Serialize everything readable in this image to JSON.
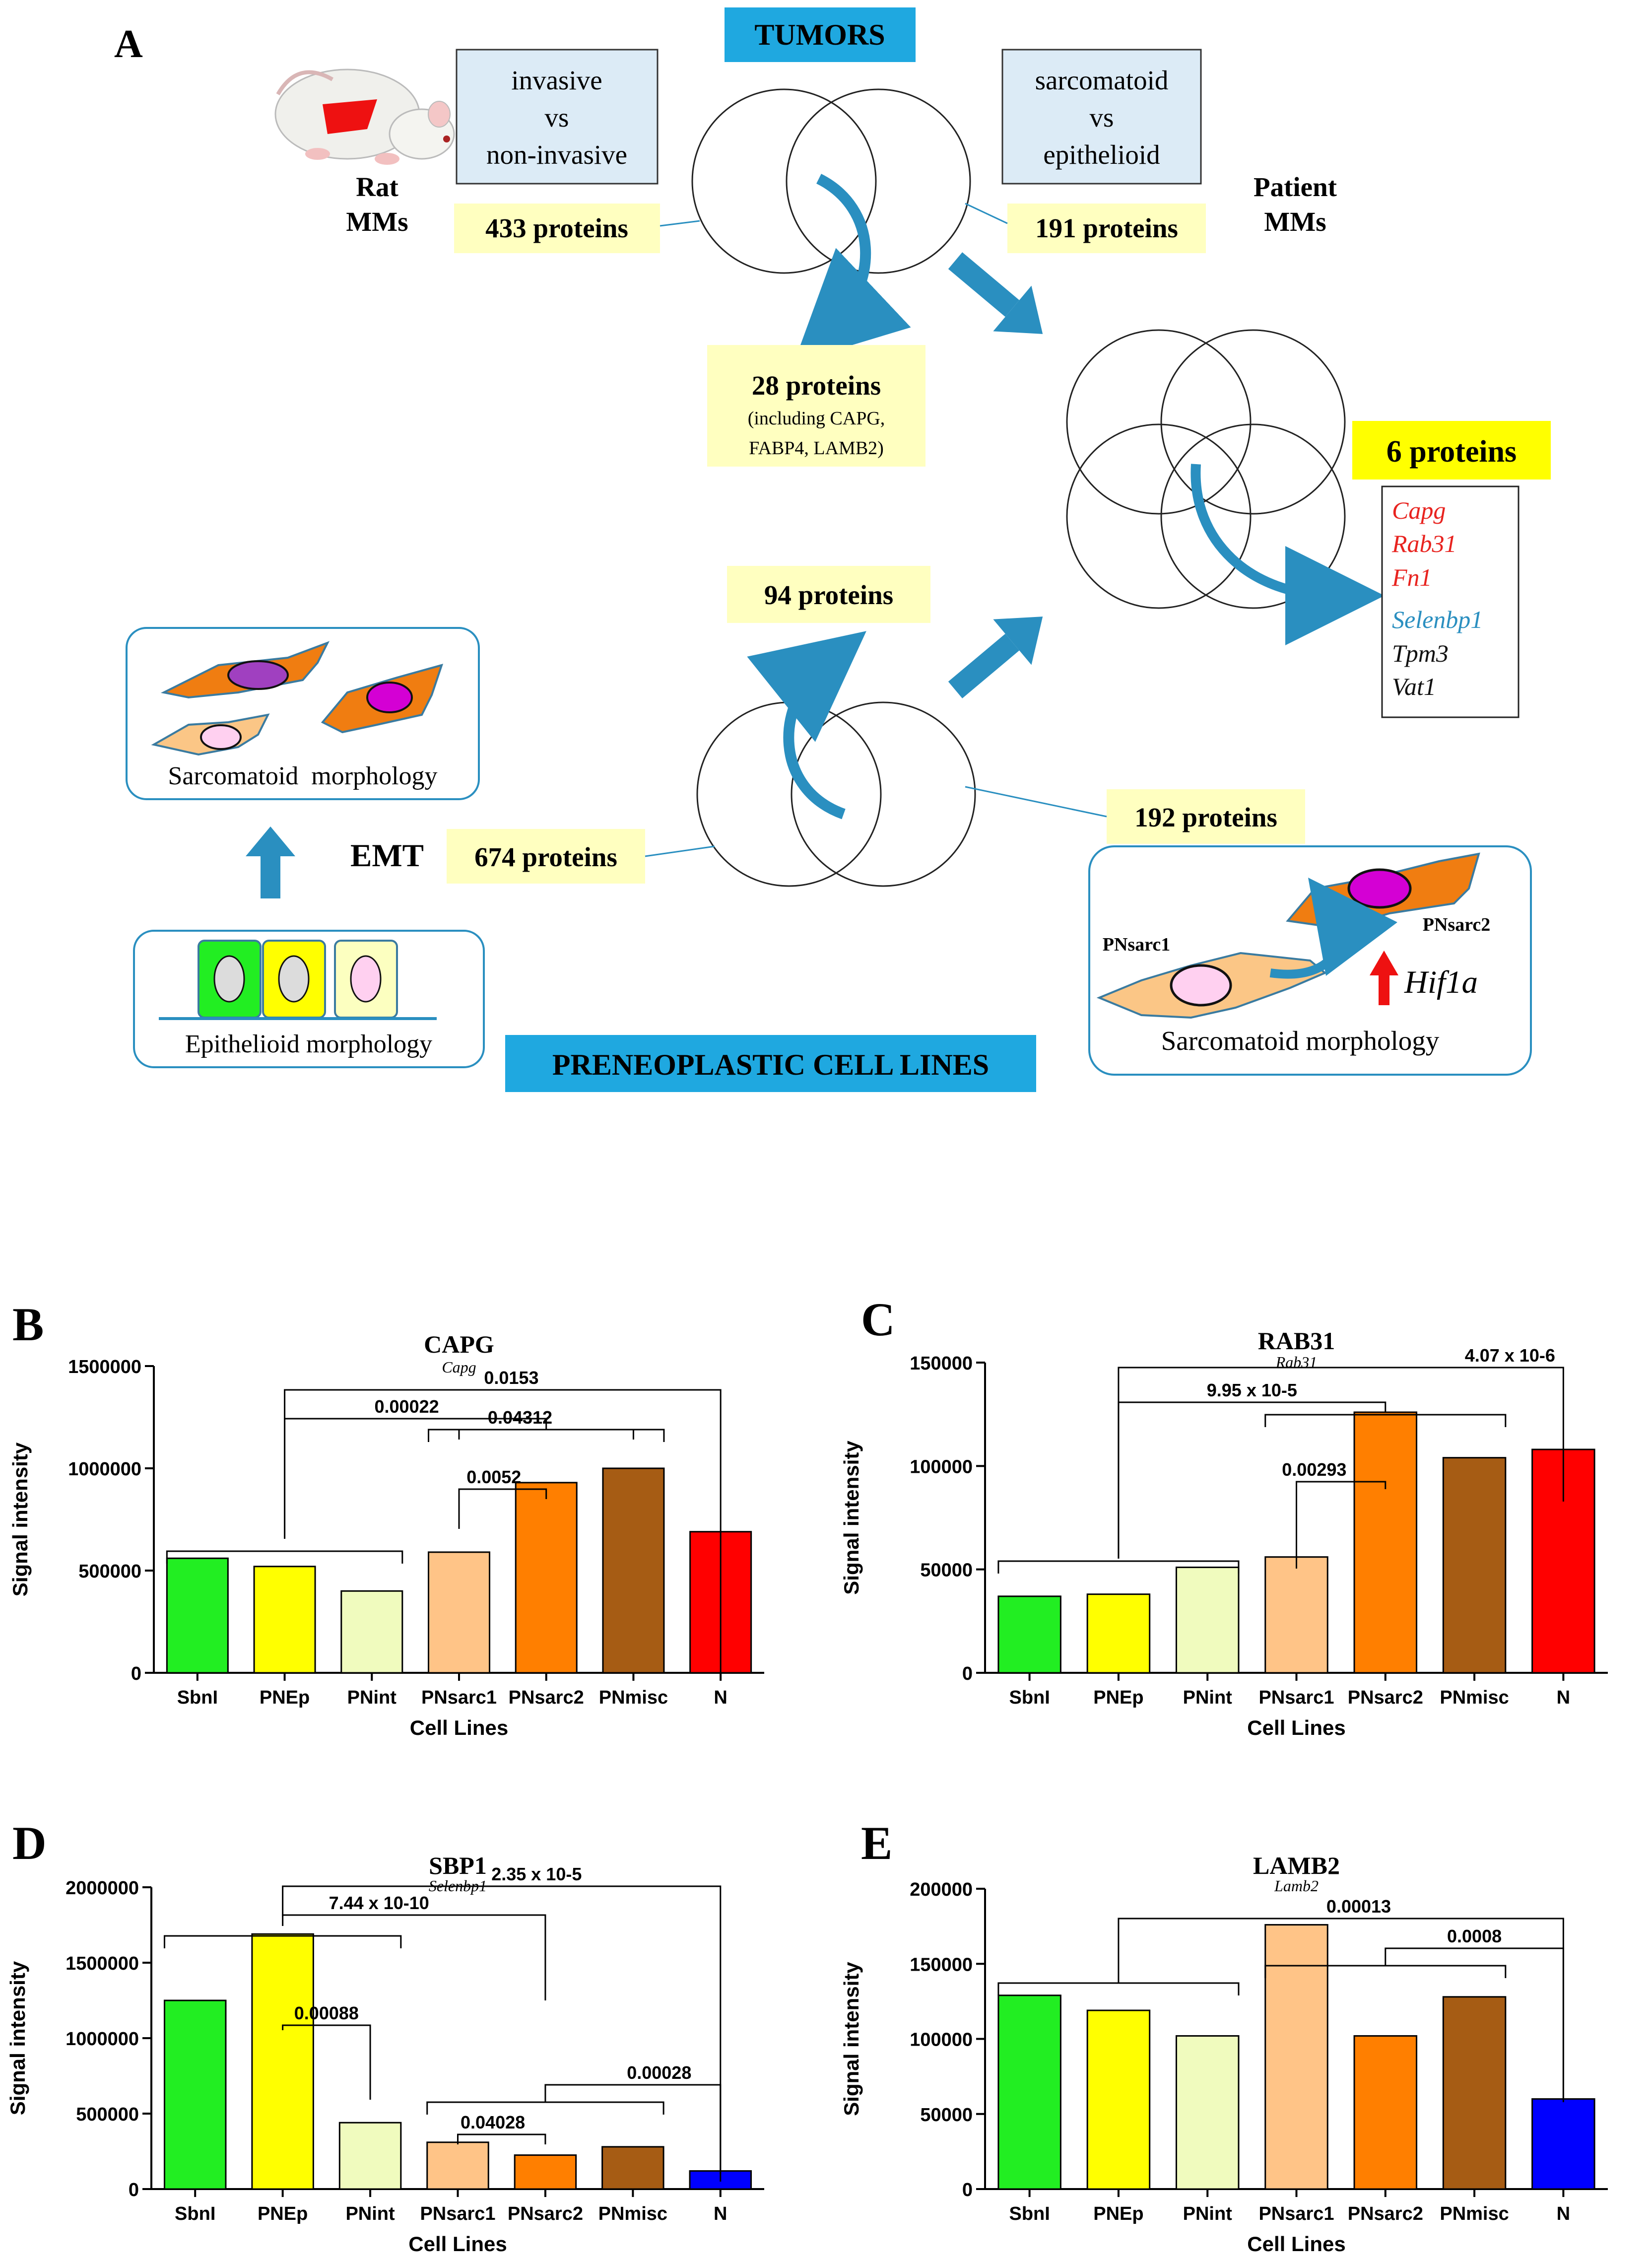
{
  "panel_labels": {
    "a": "A",
    "b": "B",
    "c": "C",
    "d": "D",
    "e": "E"
  },
  "diagram": {
    "tumors_label": "TUMORS",
    "preneoplastic_label": "PRENEOPLASTIC CELL LINES",
    "rat_label": [
      "Rat",
      "MMs"
    ],
    "patient_label": [
      "Patient",
      "MMs"
    ],
    "invasive_box": [
      "invasive",
      "vs",
      "non-invasive"
    ],
    "sarcomatoid_box": [
      "sarcomatoid",
      "vs",
      "epithelioid"
    ],
    "rat_count": "433 proteins",
    "patient_count": "191 proteins",
    "overlap28": {
      "title": "28 proteins",
      "sub": [
        "(including CAPG,",
        "FABP4, LAMB2)"
      ]
    },
    "six_proteins": "6 proteins",
    "gene_list": [
      {
        "name": "Capg",
        "color": "#e8231f"
      },
      {
        "name": "Rab31",
        "color": "#e8231f"
      },
      {
        "name": "Fn1",
        "color": "#e8231f"
      },
      {
        "name": "Selenbp1",
        "color": "#2a8fc0"
      },
      {
        "name": "Tpm3",
        "color": "#111111"
      },
      {
        "name": "Vat1",
        "color": "#111111"
      }
    ],
    "count94": "94 proteins",
    "count674": "674 proteins",
    "count192": "192 proteins",
    "emt": "EMT",
    "sarcomatoid_morph": "Sarcomatoid  morphology",
    "epithelioid_morph": "Epithelioid morphology",
    "sarcomatoid_morph2": "Sarcomatoid morphology",
    "pnsarc1": "PNsarc1",
    "pnsarc2": "PNsarc2",
    "hif1a": "Hif1a"
  },
  "chart_data": [
    {
      "type": "bar",
      "panel": "B",
      "title": "CAPG",
      "subtitle": "Capg",
      "xlabel": "Cell Lines",
      "ylabel": "Signal intensity",
      "ylim": [
        0,
        1500000
      ],
      "yticks": [
        "0",
        "500000",
        "1000000",
        "1500000"
      ],
      "categories": [
        "SbnI",
        "PNEp",
        "PNint",
        "PNsarc1",
        "PNsarc2",
        "PNmisc",
        "N"
      ],
      "values": [
        560000,
        520000,
        400000,
        590000,
        930000,
        1000000,
        690000
      ],
      "colors": [
        "#22ee22",
        "#ffff00",
        "#f0fbbe",
        "#ffc487",
        "#ff7f00",
        "#a65c14",
        "#ff0000"
      ],
      "annotations": [
        "0.0153",
        "0.00022",
        "0.04312",
        "0.0052"
      ]
    },
    {
      "type": "bar",
      "panel": "C",
      "title": "RAB31",
      "subtitle": "Rab31",
      "xlabel": "Cell Lines",
      "ylabel": "Signal intensity",
      "ylim": [
        0,
        150000
      ],
      "yticks": [
        "0",
        "50000",
        "100000",
        "150000"
      ],
      "categories": [
        "SbnI",
        "PNEp",
        "PNint",
        "PNsarc1",
        "PNsarc2",
        "PNmisc",
        "N"
      ],
      "values": [
        37000,
        38000,
        51000,
        56000,
        126000,
        104000,
        108000
      ],
      "colors": [
        "#22ee22",
        "#ffff00",
        "#f0fbbe",
        "#ffc487",
        "#ff7f00",
        "#a65c14",
        "#ff0000"
      ],
      "annotations": [
        "4.07 x 10-6",
        "9.95 x 10-5",
        "0.00293"
      ]
    },
    {
      "type": "bar",
      "panel": "D",
      "title": "SBP1",
      "subtitle": "Selenbp1",
      "xlabel": "Cell Lines",
      "ylabel": "Signal intensity",
      "ylim": [
        0,
        2000000
      ],
      "yticks": [
        "0",
        "500000",
        "1000000",
        "1500000",
        "2000000"
      ],
      "categories": [
        "SbnI",
        "PNEp",
        "PNint",
        "PNsarc1",
        "PNsarc2",
        "PNmisc",
        "N"
      ],
      "values": [
        1250000,
        1690000,
        440000,
        310000,
        225000,
        280000,
        120000
      ],
      "colors": [
        "#22ee22",
        "#ffff00",
        "#f0fbbe",
        "#ffc487",
        "#ff7f00",
        "#a65c14",
        "#0000ff"
      ],
      "annotations": [
        "2.35 x 10-5",
        "7.44 x 10-10",
        "0.00088",
        "0.00028",
        "0.04028"
      ]
    },
    {
      "type": "bar",
      "panel": "E",
      "title": "LAMB2",
      "subtitle": "Lamb2",
      "xlabel": "Cell Lines",
      "ylabel": "Signal intensity",
      "ylim": [
        0,
        200000
      ],
      "yticks": [
        "0",
        "50000",
        "100000",
        "150000",
        "200000"
      ],
      "categories": [
        "SbnI",
        "PNEp",
        "PNint",
        "PNsarc1",
        "PNsarc2",
        "PNmisc",
        "N"
      ],
      "values": [
        129000,
        119000,
        102000,
        176000,
        102000,
        128000,
        60000
      ],
      "colors": [
        "#22ee22",
        "#ffff00",
        "#f0fbbe",
        "#ffc487",
        "#ff7f00",
        "#a65c14",
        "#0000ff"
      ],
      "annotations": [
        "0.00013",
        "0.0008"
      ]
    }
  ]
}
